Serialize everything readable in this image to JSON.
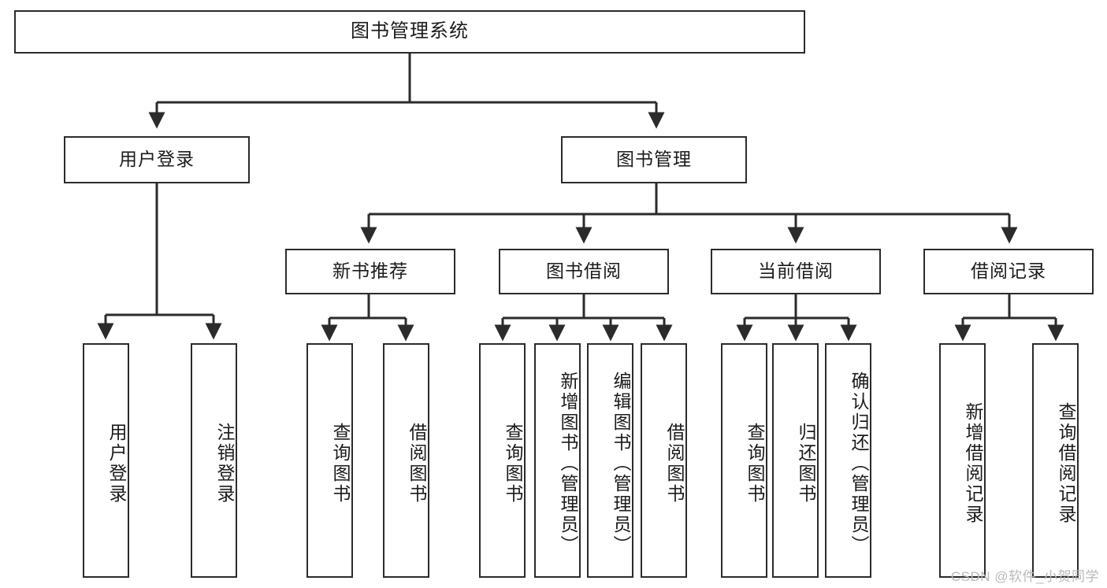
{
  "diagram": {
    "type": "tree-hierarchy-chart",
    "title": "图书管理系统",
    "root": {
      "label": "图书管理系统"
    },
    "level2": [
      {
        "id": "user-login",
        "label": "用户登录"
      },
      {
        "id": "book-management",
        "label": "图书管理"
      }
    ],
    "level3": [
      {
        "id": "new-book-recommend",
        "label": "新书推荐",
        "parent": "book-management"
      },
      {
        "id": "book-borrow",
        "label": "图书借阅",
        "parent": "book-management"
      },
      {
        "id": "current-borrow",
        "label": "当前借阅",
        "parent": "book-management"
      },
      {
        "id": "borrow-record",
        "label": "借阅记录",
        "parent": "book-management"
      }
    ],
    "leaves": {
      "user-login": [
        {
          "id": "leaf-user-login",
          "label": "用户登录"
        },
        {
          "id": "leaf-user-logout",
          "label": "注销登录"
        }
      ],
      "new-book-recommend": [
        {
          "id": "leaf-query-book-1",
          "label": "查询图书"
        },
        {
          "id": "leaf-borrow-book-1",
          "label": "借阅图书"
        }
      ],
      "book-borrow": [
        {
          "id": "leaf-query-book-2",
          "label": "查询图书"
        },
        {
          "id": "leaf-add-book",
          "label": "新增图书（管理员）"
        },
        {
          "id": "leaf-edit-book",
          "label": "编辑图书（管理员）"
        },
        {
          "id": "leaf-borrow-book-2",
          "label": "借阅图书"
        }
      ],
      "current-borrow": [
        {
          "id": "leaf-query-book-3",
          "label": "查询图书"
        },
        {
          "id": "leaf-return-book",
          "label": "归还图书"
        },
        {
          "id": "leaf-confirm-return",
          "label": "确认归还（管理员）"
        }
      ],
      "borrow-record": [
        {
          "id": "leaf-add-record",
          "label": "新增借阅记录"
        },
        {
          "id": "leaf-query-record",
          "label": "查询借阅记录"
        }
      ]
    },
    "colors": {
      "stroke": "#2b2b2b",
      "fill": "#ffffff",
      "text": "#1b1b1b",
      "watermark": "#b9b9b9"
    }
  },
  "watermark": {
    "text": "CSDN @软件_小贺同学"
  }
}
